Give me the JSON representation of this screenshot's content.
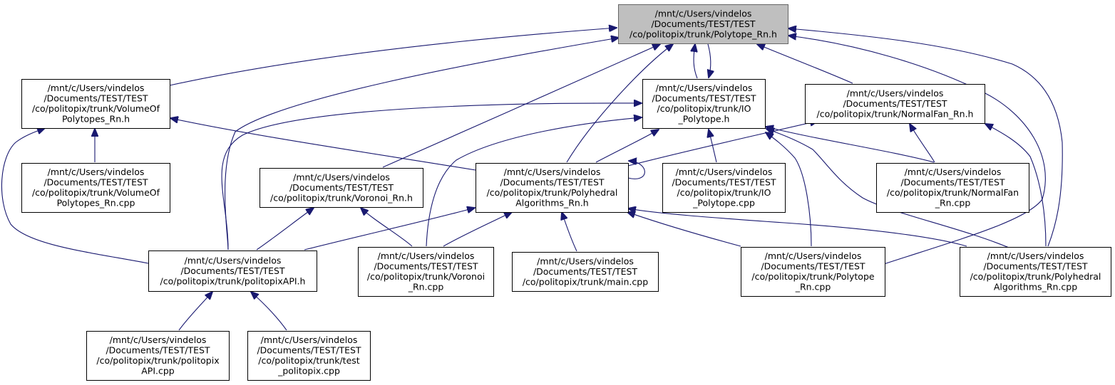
{
  "colors": {
    "edge": "#191970",
    "root_fill": "#bfbfbf",
    "node_border": "#000000",
    "background": "#ffffff"
  },
  "nodes": [
    {
      "id": "polytope_h",
      "root": true,
      "lines": [
        "/mnt/c/Users/vindelos",
        "/Documents/TEST/TEST",
        "/co/politopix/trunk/Polytope_Rn.h"
      ]
    },
    {
      "id": "volumeof_h",
      "root": false,
      "lines": [
        "/mnt/c/Users/vindelos",
        "/Documents/TEST/TEST",
        "/co/politopix/trunk/VolumeOf",
        "Polytopes_Rn.h"
      ]
    },
    {
      "id": "io_polytope_h",
      "root": false,
      "lines": [
        "/mnt/c/Users/vindelos",
        "/Documents/TEST/TEST",
        "/co/politopix/trunk/IO",
        "_Polytope.h"
      ]
    },
    {
      "id": "normalfan_h",
      "root": false,
      "lines": [
        "/mnt/c/Users/vindelos",
        "/Documents/TEST/TEST",
        "/co/politopix/trunk/NormalFan_Rn.h"
      ]
    },
    {
      "id": "volumeof_cpp",
      "root": false,
      "lines": [
        "/mnt/c/Users/vindelos",
        "/Documents/TEST/TEST",
        "/co/politopix/trunk/VolumeOf",
        "Polytopes_Rn.cpp"
      ]
    },
    {
      "id": "voronoi_h",
      "root": false,
      "lines": [
        "/mnt/c/Users/vindelos",
        "/Documents/TEST/TEST",
        "/co/politopix/trunk/Voronoi_Rn.h"
      ]
    },
    {
      "id": "polyhedral_h",
      "root": false,
      "lines": [
        "/mnt/c/Users/vindelos",
        "/Documents/TEST/TEST",
        "/co/politopix/trunk/Polyhedral",
        "Algorithms_Rn.h"
      ]
    },
    {
      "id": "io_polytope_cpp",
      "root": false,
      "lines": [
        "/mnt/c/Users/vindelos",
        "/Documents/TEST/TEST",
        "/co/politopix/trunk/IO",
        "_Polytope.cpp"
      ]
    },
    {
      "id": "normalfan_cpp",
      "root": false,
      "lines": [
        "/mnt/c/Users/vindelos",
        "/Documents/TEST/TEST",
        "/co/politopix/trunk/NormalFan",
        "_Rn.cpp"
      ]
    },
    {
      "id": "politopixapi_h",
      "root": false,
      "lines": [
        "/mnt/c/Users/vindelos",
        "/Documents/TEST/TEST",
        "/co/politopix/trunk/politopixAPI.h"
      ]
    },
    {
      "id": "voronoi_cpp",
      "root": false,
      "lines": [
        "/mnt/c/Users/vindelos",
        "/Documents/TEST/TEST",
        "/co/politopix/trunk/Voronoi",
        "_Rn.cpp"
      ]
    },
    {
      "id": "main_cpp",
      "root": false,
      "lines": [
        "/mnt/c/Users/vindelos",
        "/Documents/TEST/TEST",
        "/co/politopix/trunk/main.cpp"
      ]
    },
    {
      "id": "polytope_cpp",
      "root": false,
      "lines": [
        "/mnt/c/Users/vindelos",
        "/Documents/TEST/TEST",
        "/co/politopix/trunk/Polytope",
        "_Rn.cpp"
      ]
    },
    {
      "id": "polyhedral_cpp",
      "root": false,
      "lines": [
        "/mnt/c/Users/vindelos",
        "/Documents/TEST/TEST",
        "/co/politopix/trunk/Polyhedral",
        "Algorithms_Rn.cpp"
      ]
    },
    {
      "id": "politopixapi_cpp",
      "root": false,
      "lines": [
        "/mnt/c/Users/vindelos",
        "/Documents/TEST/TEST",
        "/co/politopix/trunk/politopix",
        "API.cpp"
      ]
    },
    {
      "id": "test_politopix_cpp",
      "root": false,
      "lines": [
        "/mnt/c/Users/vindelos",
        "/Documents/TEST/TEST",
        "/co/politopix/trunk/test",
        "_politopix.cpp"
      ]
    }
  ],
  "edges": [
    {
      "from": "volumeof_h",
      "to": "polytope_h"
    },
    {
      "from": "politopixapi_h",
      "to": "polytope_h"
    },
    {
      "from": "voronoi_h",
      "to": "polytope_h"
    },
    {
      "from": "polyhedral_h",
      "to": "polytope_h"
    },
    {
      "from": "io_polytope_h",
      "to": "polytope_h"
    },
    {
      "from": "polytope_h",
      "to": "io_polytope_h"
    },
    {
      "from": "normalfan_h",
      "to": "polytope_h"
    },
    {
      "from": "polytope_cpp",
      "to": "polytope_h"
    },
    {
      "from": "polyhedral_cpp",
      "to": "polytope_h"
    },
    {
      "from": "volumeof_cpp",
      "to": "volumeof_h"
    },
    {
      "from": "politopixapi_h",
      "to": "volumeof_h"
    },
    {
      "from": "polyhedral_h",
      "to": "volumeof_h"
    },
    {
      "from": "politopixapi_h",
      "to": "io_polytope_h"
    },
    {
      "from": "voronoi_cpp",
      "to": "io_polytope_h"
    },
    {
      "from": "polyhedral_h",
      "to": "io_polytope_h"
    },
    {
      "from": "io_polytope_cpp",
      "to": "io_polytope_h"
    },
    {
      "from": "polytope_cpp",
      "to": "io_polytope_h"
    },
    {
      "from": "polyhedral_cpp",
      "to": "io_polytope_h"
    },
    {
      "from": "normalfan_cpp",
      "to": "io_polytope_h"
    },
    {
      "from": "polyhedral_h",
      "to": "normalfan_h"
    },
    {
      "from": "normalfan_cpp",
      "to": "normalfan_h"
    },
    {
      "from": "polyhedral_cpp",
      "to": "normalfan_h"
    },
    {
      "from": "politopixapi_h",
      "to": "voronoi_h"
    },
    {
      "from": "voronoi_cpp",
      "to": "voronoi_h"
    },
    {
      "from": "polyhedral_h",
      "to": "polyhedral_h"
    },
    {
      "from": "politopixapi_h",
      "to": "polyhedral_h"
    },
    {
      "from": "voronoi_cpp",
      "to": "polyhedral_h"
    },
    {
      "from": "main_cpp",
      "to": "polyhedral_h"
    },
    {
      "from": "polytope_cpp",
      "to": "polyhedral_h"
    },
    {
      "from": "polyhedral_cpp",
      "to": "polyhedral_h"
    },
    {
      "from": "politopixapi_cpp",
      "to": "politopixapi_h"
    },
    {
      "from": "test_politopix_cpp",
      "to": "politopixapi_h"
    }
  ]
}
